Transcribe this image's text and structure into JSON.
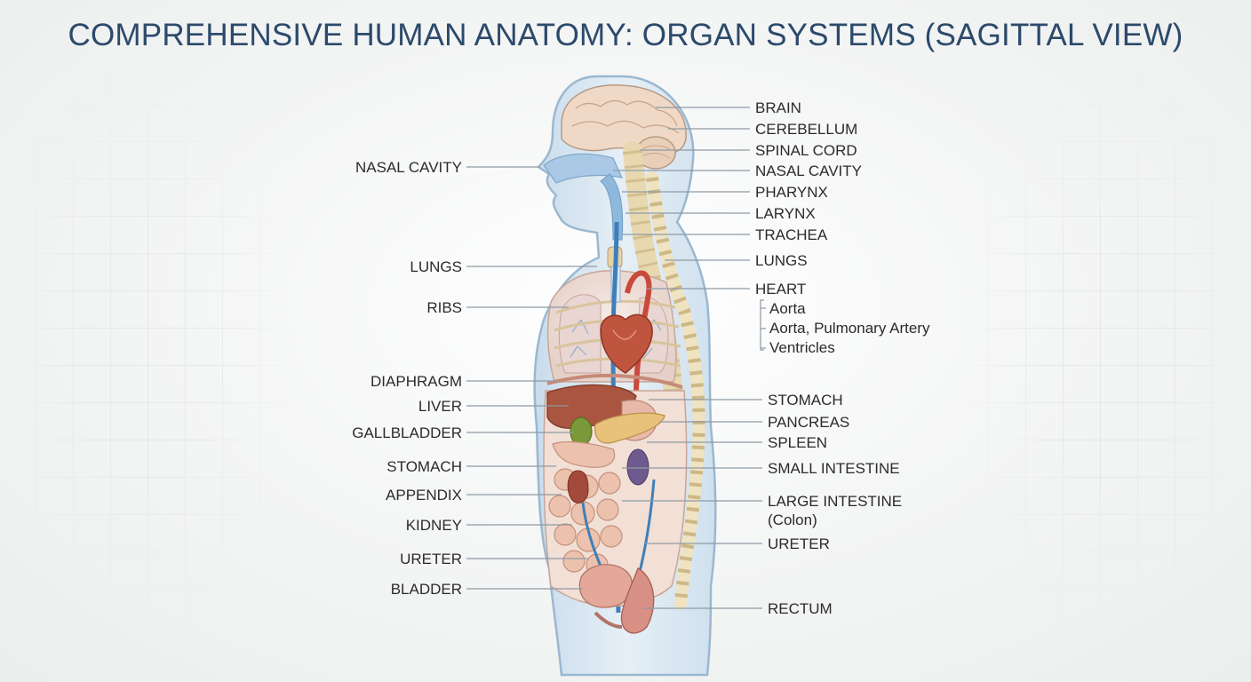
{
  "title": "COMPREHENSIVE HUMAN ANATOMY: ORGAN SYSTEMS (SAGITTAL VIEW)",
  "left_labels": [
    "NASAL CAVITY",
    "LUNGS",
    "RIBS",
    "DIAPHRAGM",
    "LIVER",
    "GALLBLADDER",
    "STOMACH",
    "APPENDIX",
    "KIDNEY",
    "URETER",
    "BLADDER"
  ],
  "right_labels": [
    "BRAIN",
    "CEREBELLUM",
    "SPINAL CORD",
    "NASAL CAVITY",
    "PHARYNX",
    "LARYNX",
    "TRACHEA",
    "LUNGS",
    "HEART",
    "STOMACH",
    "PANCREAS",
    "SPLEEN",
    "SMALL INTESTINE",
    "LARGE INTESTINE",
    "URETER",
    "RECTUM"
  ],
  "heart_sub_labels": [
    "Aorta",
    "Aorta, Pulmonary Artery",
    "Ventricles"
  ],
  "large_intestine_note": "(Colon)",
  "colors": {
    "title": "#2c4a6b",
    "body_fill": "#dbe8f2",
    "body_outline": "#9ab8d0",
    "brain": "#efd9c6",
    "liver": "#a9553f",
    "heart": "#c0553f",
    "artery": "#c94a3c",
    "vein": "#3f7fb8",
    "spine": "#f0e4c4",
    "gallbladder": "#7a9a3a",
    "pancreas": "#e8c27a",
    "spleen": "#6e5a8e",
    "intestine": "#ecc2ae",
    "bladder": "#e3a89a"
  }
}
